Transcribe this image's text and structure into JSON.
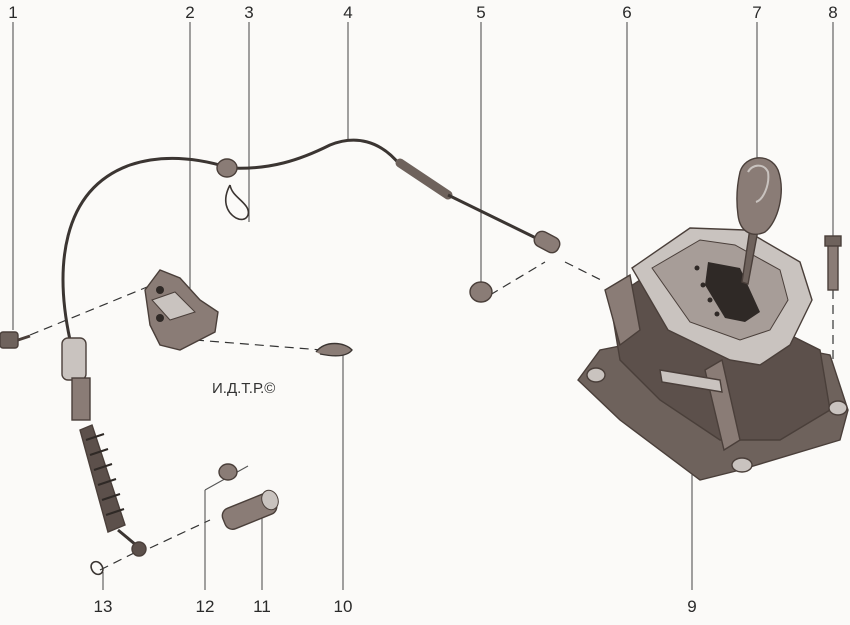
{
  "callouts": [
    {
      "number": "1"
    },
    {
      "number": "2"
    },
    {
      "number": "3"
    },
    {
      "number": "4"
    },
    {
      "number": "5"
    },
    {
      "number": "6"
    },
    {
      "number": "7"
    },
    {
      "number": "8"
    },
    {
      "number": "9"
    },
    {
      "number": "10"
    },
    {
      "number": "11"
    },
    {
      "number": "12"
    },
    {
      "number": "13"
    }
  ],
  "watermark": "И.Д.Т.Р.©",
  "palette": {
    "ink": "#2a2a2a",
    "part_body": "#8a7c76",
    "part_light": "#c9c3bf",
    "part_dark": "#4a3f3a"
  }
}
